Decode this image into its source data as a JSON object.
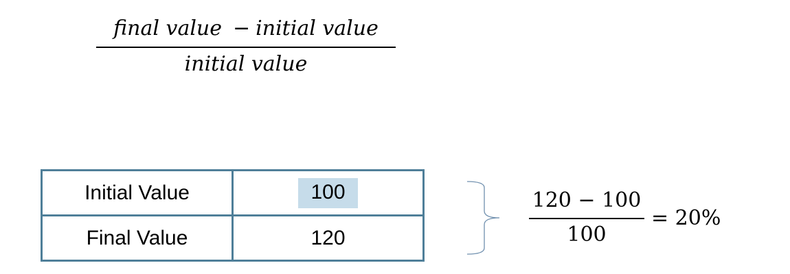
{
  "general_formula": {
    "numerator_left": "final value",
    "operator": "−",
    "numerator_right": "initial value",
    "denominator": "initial value"
  },
  "table": {
    "rows": [
      {
        "label": "Initial Value",
        "value": "100",
        "highlighted": true
      },
      {
        "label": "Final Value",
        "value": "120",
        "highlighted": false
      }
    ]
  },
  "example_formula": {
    "numerator": "120 − 100",
    "denominator": "100",
    "result": "= 20%"
  },
  "colors": {
    "table_border": "#4f7f99",
    "highlight_fill": "#c6dcea",
    "bracket_stroke": "#6f8fae"
  }
}
